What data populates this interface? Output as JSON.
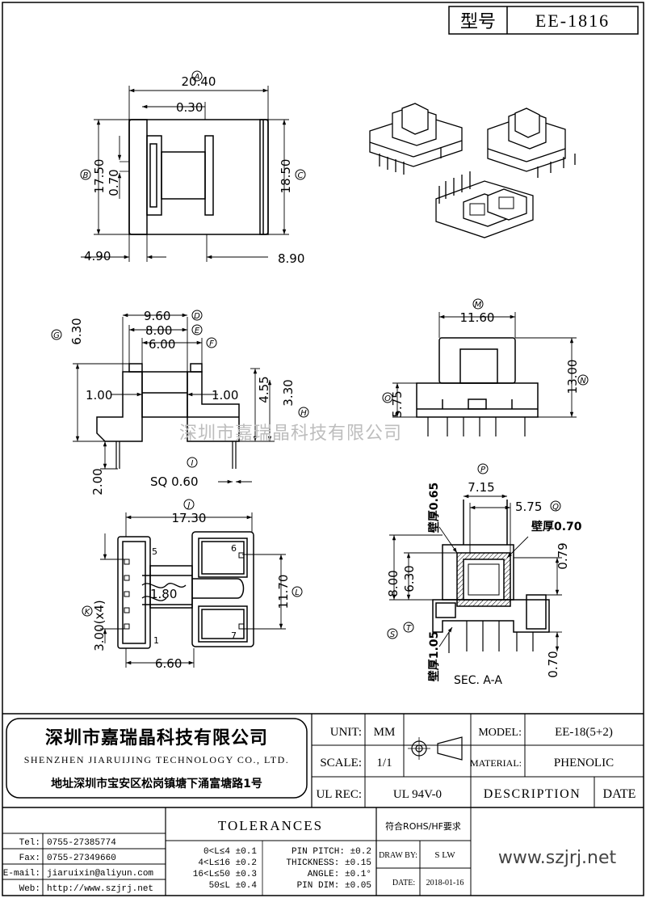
{
  "header": {
    "model_label": "型号",
    "model_value": "EE-1816"
  },
  "view_top": {
    "dims": {
      "a": "20.40",
      "b": "0.30",
      "c": "17.50",
      "d": "0.70",
      "e": "18.50",
      "f": "4.90",
      "g": "8.90"
    },
    "circles": {
      "a": "A",
      "b": "B",
      "c": "C"
    }
  },
  "view_side": {
    "dims": {
      "a": "9.60",
      "b": "8.00",
      "c": "6.00",
      "d": "6.30",
      "e": "1.00",
      "f": "1.00",
      "g": "4.55",
      "h": "3.30",
      "i": "2.00",
      "j": "SQ  0.60"
    },
    "circles": {
      "c": "G",
      "d": "D",
      "e": "E",
      "f": "F",
      "h": "H",
      "i": "I"
    }
  },
  "view_front": {
    "dims": {
      "a": "11.60",
      "b": "13.00",
      "c": "5.75"
    },
    "circles": {
      "m": "M",
      "n": "N",
      "o": "O"
    }
  },
  "view_bottom": {
    "dims": {
      "a": "17.30",
      "b": "1.80",
      "c": "11.70",
      "d": "3.00(x4)",
      "e": "6.60"
    },
    "pins": {
      "p5": "5",
      "p6": "6",
      "p7": "7",
      "p1": "1"
    },
    "circles": {
      "j": "J",
      "k": "K",
      "l": "L"
    }
  },
  "view_section": {
    "dims": {
      "a": "7.15",
      "b": "5.75",
      "c": "8.00",
      "d": "6.30",
      "e": "0.79",
      "f": "0.70"
    },
    "walls": {
      "w1": "壁厚0.65",
      "w2": "壁厚0.70",
      "w3": "壁厚1.05"
    },
    "circles": {
      "p": "P",
      "q": "Q",
      "s": "S",
      "t": "T"
    },
    "caption": "SEC. A-A"
  },
  "watermark": "深圳市嘉瑞晶科技有限公司",
  "company": {
    "name_cn": "深圳市嘉瑞晶科技有限公司",
    "name_en": "SHENZHEN JIARUIJING TECHNOLOGY CO., LTD.",
    "address": "地址深圳市宝安区松岗镇塘下涌富塘路1号"
  },
  "title_block": {
    "unit_label": "UNIT:",
    "unit_value": "MM",
    "scale_label": "SCALE:",
    "scale_value": "1/1",
    "ul_label": "UL REC:",
    "ul_value": "UL 94V-0",
    "model_label": "MODEL:",
    "model_value": "EE-18(5+2)",
    "material_label": "MATERIAL:",
    "material_value": "PHENOLIC",
    "description_label": "DESCRIPTION",
    "date_label": "DATE",
    "tolerances_label": "TOLERANCES",
    "rohs": "符合ROHS/HF要求",
    "tol_rows": [
      "0<L≤4   ±0.1",
      "4<L≤16  ±0.2",
      "16<L≤50 ±0.3",
      "50≤L    ±0.4"
    ],
    "tol_right": [
      "PIN PITCH: ±0.2",
      "THICKNESS: ±0.15",
      "ANGLE: ±0.1°",
      "PIN DIM: ±0.05"
    ],
    "draw_by_label": "DRAW BY:",
    "draw_by_value": "S LW",
    "date_field_label": "DATE:",
    "date_field_value": "2018-01-16",
    "website_big": "www.szjrj.net",
    "contact": [
      {
        "label": "Tel:",
        "value": "0755-27385774"
      },
      {
        "label": "Fax:",
        "value": "0755-27349660"
      },
      {
        "label": "E-mail:",
        "value": "jiaruixin@aliyun.com"
      },
      {
        "label": "Web:",
        "value": "http://www.szjrj.net"
      }
    ]
  }
}
